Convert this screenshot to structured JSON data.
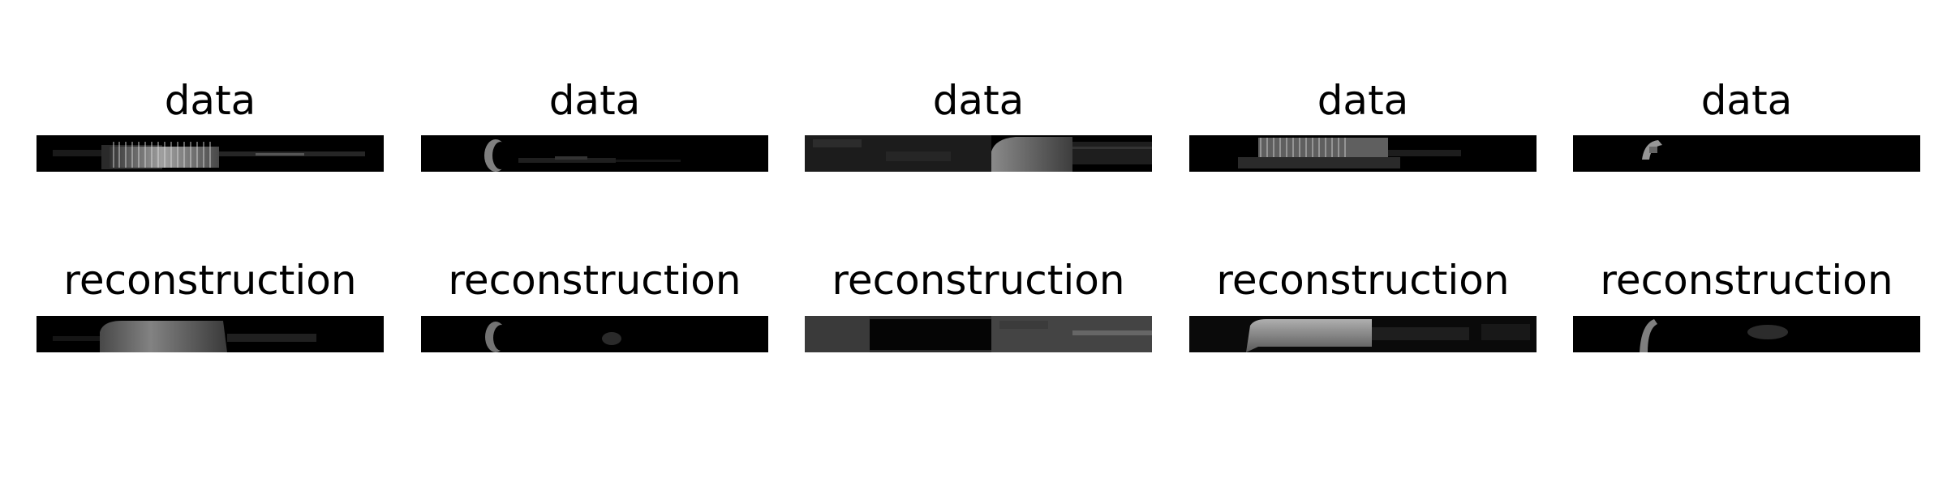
{
  "figure": {
    "rows": [
      {
        "name": "data",
        "panels": [
          {
            "title": "data"
          },
          {
            "title": "data"
          },
          {
            "title": "data"
          },
          {
            "title": "data"
          },
          {
            "title": "data"
          }
        ]
      },
      {
        "name": "reconstruction",
        "panels": [
          {
            "title": "reconstruction"
          },
          {
            "title": "reconstruction"
          },
          {
            "title": "reconstruction"
          },
          {
            "title": "reconstruction"
          },
          {
            "title": "reconstruction"
          }
        ]
      }
    ],
    "colors": {
      "background": "#ffffff",
      "image_background": "#000000",
      "title_text": "#000000"
    }
  }
}
